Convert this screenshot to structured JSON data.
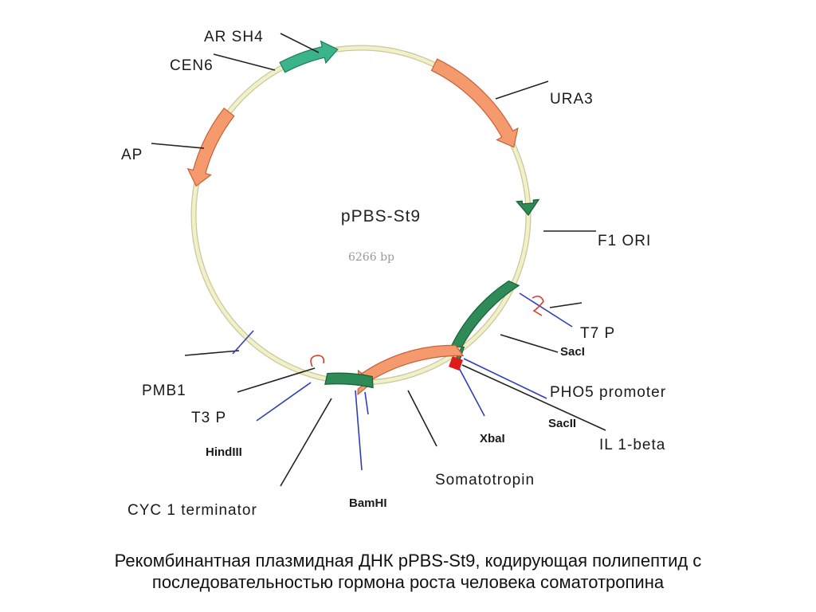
{
  "plasmid": {
    "name": "pPBS-St9",
    "size": "6266 bp"
  },
  "labels": {
    "ars": "AR SH4",
    "cen": "CEN6",
    "ura3": "URA3",
    "ap": "AP",
    "f1": "F1 ORI",
    "t7": "T7 P",
    "saci": "SacI",
    "pho5": "PHO5 promoter",
    "sacii": "SacII",
    "il1": "IL 1-beta",
    "xbai": "XbaI",
    "somatotropin": "Somatotropin",
    "bamhi": "BamHI",
    "cyc1": "CYC 1 terminator",
    "hindiii": "HindIII",
    "t3": "T3 P",
    "pmb1": "PMB1"
  },
  "caption": {
    "line1": "Рекомбинантная плазмидная ДНК pPBS-St9, кодирующая полипептид  с",
    "line2": "последовательностью гормона роста человека соматотропина"
  },
  "colors": {
    "backbone": "#f2f0c8",
    "backbone_edge": "#c9c79a",
    "orange_fill": "#f59a6c",
    "orange_edge": "#c8613a",
    "green_fill": "#2e8b57",
    "teal_fill": "#3cb489",
    "site_blue": "#2f3fb8",
    "marker_red": "#e01a1a",
    "leader": "#222222"
  }
}
